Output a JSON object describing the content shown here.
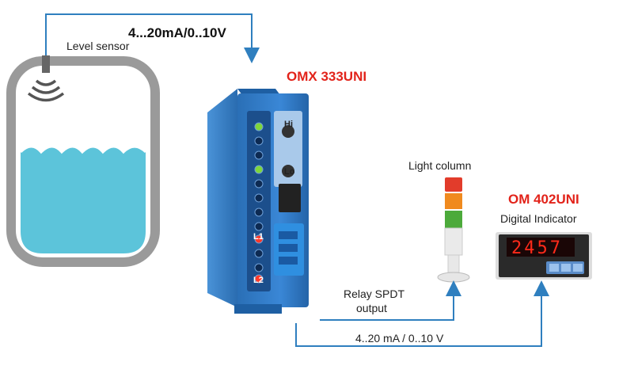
{
  "top_signal_label": "4...20mA/0..10V",
  "level_sensor_label": "Level sensor",
  "module": {
    "name": "OMX 333UNI",
    "terminal_labels": [
      "Hi",
      "Lo",
      "L1",
      "L2"
    ]
  },
  "light_column_label": "Light column",
  "indicator": {
    "name": "OM 402UNI",
    "subtitle": "Digital Indicator",
    "display_value": "2457"
  },
  "relay_label_line1": "Relay SPDT",
  "relay_label_line2": "output",
  "bottom_signal_label": "4..20 mA / 0..10 V",
  "colors": {
    "tank_outline": "#9a9a9a",
    "liquid": "#5cc4da",
    "wire": "#2f7fbf",
    "module_blue": "#2f78c8",
    "accent_red": "#e2231a"
  }
}
